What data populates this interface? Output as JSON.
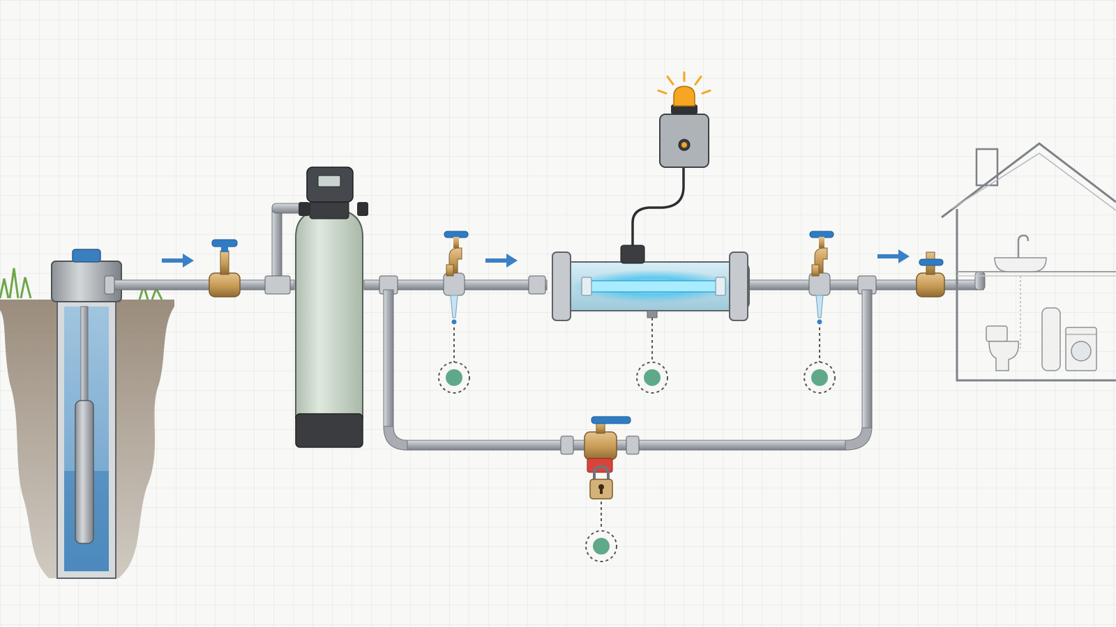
{
  "diagram": {
    "type": "well-water-treatment-schematic",
    "flow_direction": "left-to-right",
    "components": [
      {
        "id": "well",
        "icon": "well-pump-icon"
      },
      {
        "id": "inlet-valve",
        "icon": "valve-icon"
      },
      {
        "id": "softener",
        "icon": "softener-tank-icon"
      },
      {
        "id": "sample-port-1",
        "icon": "sample-tap-icon"
      },
      {
        "id": "uv-sterilizer",
        "icon": "uv-lamp-icon"
      },
      {
        "id": "alarm-controller",
        "icon": "alarm-beacon-icon"
      },
      {
        "id": "sample-port-2",
        "icon": "sample-tap-icon"
      },
      {
        "id": "outlet-valve",
        "icon": "valve-icon"
      },
      {
        "id": "bypass-valve",
        "icon": "locked-valve-icon"
      },
      {
        "id": "house",
        "icon": "house-icon"
      }
    ],
    "callout_markers": 4,
    "colors": {
      "pipe": "#a9adb3",
      "pipe_edge": "#6f747a",
      "brass": "#c79a55",
      "valve_handle": "#2e7cc4",
      "flow_arrow": "#3a80c6",
      "marker": "#5fa98a",
      "uv_glow": "#5ec8ef",
      "alarm": "#f5a623",
      "tank": "#c9d6c9",
      "lock_tag": "#d9443a",
      "water": "#3f86c2"
    }
  }
}
